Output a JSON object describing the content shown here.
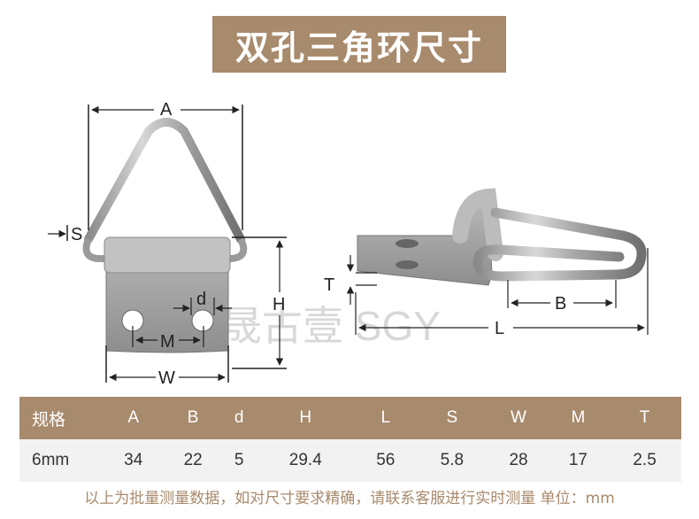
{
  "title": "双孔三角环尺寸",
  "watermark": "晟古壹 SGY",
  "dimension_labels": {
    "A": "A",
    "S": "S",
    "H": "H",
    "d": "d",
    "M": "M",
    "W": "W",
    "T": "T",
    "B": "B",
    "L": "L"
  },
  "table": {
    "headers": [
      "规格",
      "A",
      "B",
      "d",
      "H",
      "L",
      "S",
      "W",
      "M",
      "T"
    ],
    "rows": [
      [
        "6mm",
        "34",
        "22",
        "5",
        "29.4",
        "56",
        "5.8",
        "28",
        "17",
        "2.5"
      ]
    ]
  },
  "footnote": "以上为批量测量数据，如对尺寸要求精确，请联系客服进行实时测量 单位：mm",
  "colors": {
    "banner": "#a88a6c",
    "row_bg": "#f2f2f2",
    "footnote": "#a88a6c"
  }
}
